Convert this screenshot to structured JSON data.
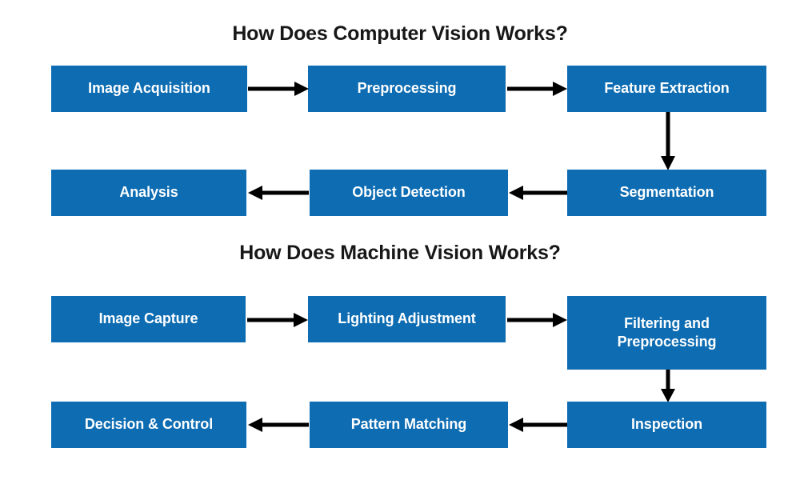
{
  "page": {
    "background": "#ffffff",
    "box_color": "#0d6cb2",
    "box_text_color": "#ffffff",
    "title_color": "#171717",
    "arrow_color": "#000000"
  },
  "sections": [
    {
      "id": "computer-vision",
      "title": "How Does Computer Vision Works?",
      "nodes": [
        {
          "id": "image-acquisition",
          "label": "Image Acquisition"
        },
        {
          "id": "preprocessing",
          "label": "Preprocessing"
        },
        {
          "id": "feature-extraction",
          "label": "Feature Extraction"
        },
        {
          "id": "segmentation",
          "label": "Segmentation"
        },
        {
          "id": "object-detection",
          "label": "Object Detection"
        },
        {
          "id": "analysis",
          "label": "Analysis"
        }
      ],
      "flow": [
        "Image Acquisition -> Preprocessing",
        "Preprocessing -> Feature Extraction",
        "Feature Extraction -> Segmentation",
        "Segmentation -> Object Detection",
        "Object Detection -> Analysis"
      ]
    },
    {
      "id": "machine-vision",
      "title": "How Does Machine Vision Works?",
      "nodes": [
        {
          "id": "image-capture",
          "label": "Image Capture"
        },
        {
          "id": "lighting-adjustment",
          "label": "Lighting Adjustment"
        },
        {
          "id": "filtering-line-1",
          "label": "Filtering and"
        },
        {
          "id": "filtering-line-2",
          "label": "Preprocessing"
        },
        {
          "id": "inspection",
          "label": "Inspection"
        },
        {
          "id": "pattern-matching",
          "label": "Pattern Matching"
        },
        {
          "id": "decision-control",
          "label": "Decision & Control"
        }
      ],
      "flow": [
        "Image Capture -> Lighting Adjustment",
        "Lighting Adjustment -> Filtering and Preprocessing",
        "Filtering and Preprocessing -> Inspection",
        "Inspection -> Pattern Matching",
        "Pattern Matching -> Decision & Control"
      ]
    }
  ]
}
